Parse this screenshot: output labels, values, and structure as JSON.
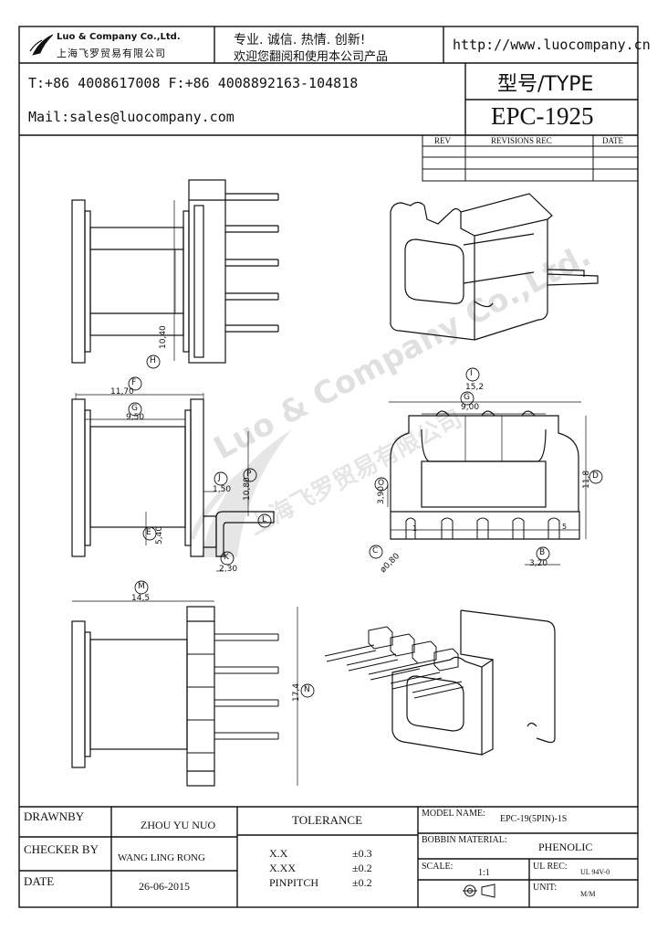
{
  "header": {
    "company_name": "Luo & Company Co.,Ltd.",
    "company_cn": "上海飞罗贸易有限公司",
    "slogan_line1": "专业. 诚信.  热情.  创新!",
    "slogan_line2": "欢迎您翻阅和使用本公司产品",
    "website": "http://www.luocompany.cn",
    "phone": "T:+86 4008617008 F:+86 4008892163-104818",
    "mail": "Mail:sales@luocompany.com",
    "type_label": "型号/TYPE",
    "model": "EPC-1925"
  },
  "revisions": {
    "col_rev": "REV",
    "col_rec": "REVISIONS REC",
    "col_date": "DATE"
  },
  "dimensions": {
    "h": "10,40",
    "f": "11,70",
    "g": "9,50",
    "j": "1,50",
    "p": "10,80",
    "l_mark": "L",
    "e": "5,40",
    "k": "2,30",
    "m": "14,5",
    "n": "17,4",
    "i": "15,2",
    "g2": "9,00",
    "o": "3,90",
    "d": "11,8",
    "c": "ø0,80",
    "b": "3,20",
    "pin1": "1",
    "pin5": "5"
  },
  "labels": {
    "H": "H",
    "F": "F",
    "G": "G",
    "J": "J",
    "P": "P",
    "E": "E",
    "K": "K",
    "M": "M",
    "N": "N",
    "I": "I",
    "O": "O",
    "D": "D",
    "C": "C",
    "B": "B"
  },
  "watermark": {
    "text": "Luo & Company Co.,Ltd.",
    "text_cn": "上海飞罗贸易有限公司"
  },
  "footer": {
    "drawn_by_label": "DRAWNBY",
    "drawn_by_value": "ZHOU YU NUO",
    "checker_label": "CHECKER BY",
    "checker_value": "WANG LING RONG",
    "date_label": "DATE",
    "date_value": "26-06-2015",
    "tolerance_label": "TOLERANCE",
    "tol_xx_label": "X.X",
    "tol_xx_value": "±0.3",
    "tol_xxx_label": "X.XX",
    "tol_xxx_value": "±0.2",
    "tol_pin_label": "PINPITCH",
    "tol_pin_value": "±0.2",
    "model_name_label": "MODEL NAME:",
    "model_name_value": "EPC-19(5PIN)-1S",
    "bobbin_label": "BOBBIN MATERIAL:",
    "bobbin_value": "PHENOLIC",
    "scale_label": "SCALE:",
    "scale_value": "1:1",
    "ul_label": "UL REC:",
    "ul_value": "UL 94V-0",
    "unit_label": "UNIT:",
    "unit_value": "M/M"
  }
}
